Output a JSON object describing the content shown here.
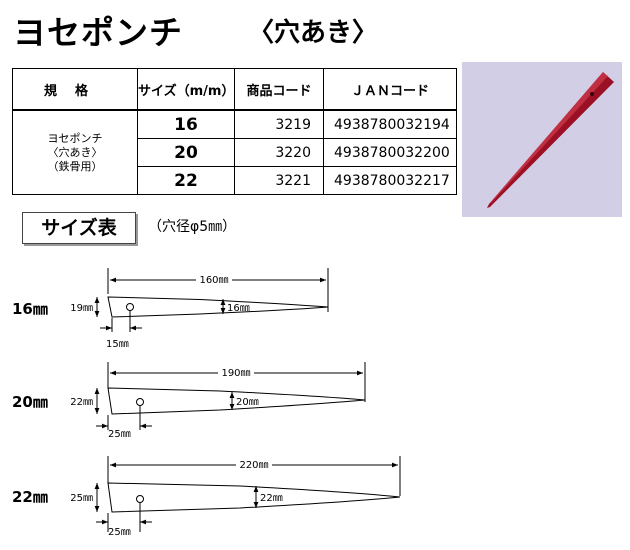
{
  "header": {
    "title": "ヨセポンチ",
    "subtitle": "〈穴あき〉"
  },
  "spec_table": {
    "headers": [
      "規格",
      "サイズ（m/m）",
      "商品コード",
      "ＪＡＮコード"
    ],
    "product_name_lines": [
      "ヨセポンチ",
      "〈穴あき〉",
      "（鉄骨用）"
    ],
    "rows": [
      {
        "size": "16",
        "code": "3219",
        "jan": "4938780032194"
      },
      {
        "size": "20",
        "code": "3220",
        "jan": "4938780032200"
      },
      {
        "size": "22",
        "code": "3221",
        "jan": "4938780032217"
      }
    ]
  },
  "size_table": {
    "label": "サイズ表",
    "note": "（穴径φ5㎜）"
  },
  "diagrams": [
    {
      "size_label": "16㎜",
      "length": "160㎜",
      "diameter": "16㎜",
      "height": "19㎜",
      "hole_offset": "15㎜"
    },
    {
      "size_label": "20㎜",
      "length": "190㎜",
      "diameter": "20㎜",
      "height": "22㎜",
      "hole_offset": "25㎜"
    },
    {
      "size_label": "22㎜",
      "length": "220㎜",
      "diameter": "22㎜",
      "height": "25㎜",
      "hole_offset": "25㎜"
    }
  ],
  "colors": {
    "product_red": "#a3142a",
    "photo_bg": "#d2cee5"
  }
}
